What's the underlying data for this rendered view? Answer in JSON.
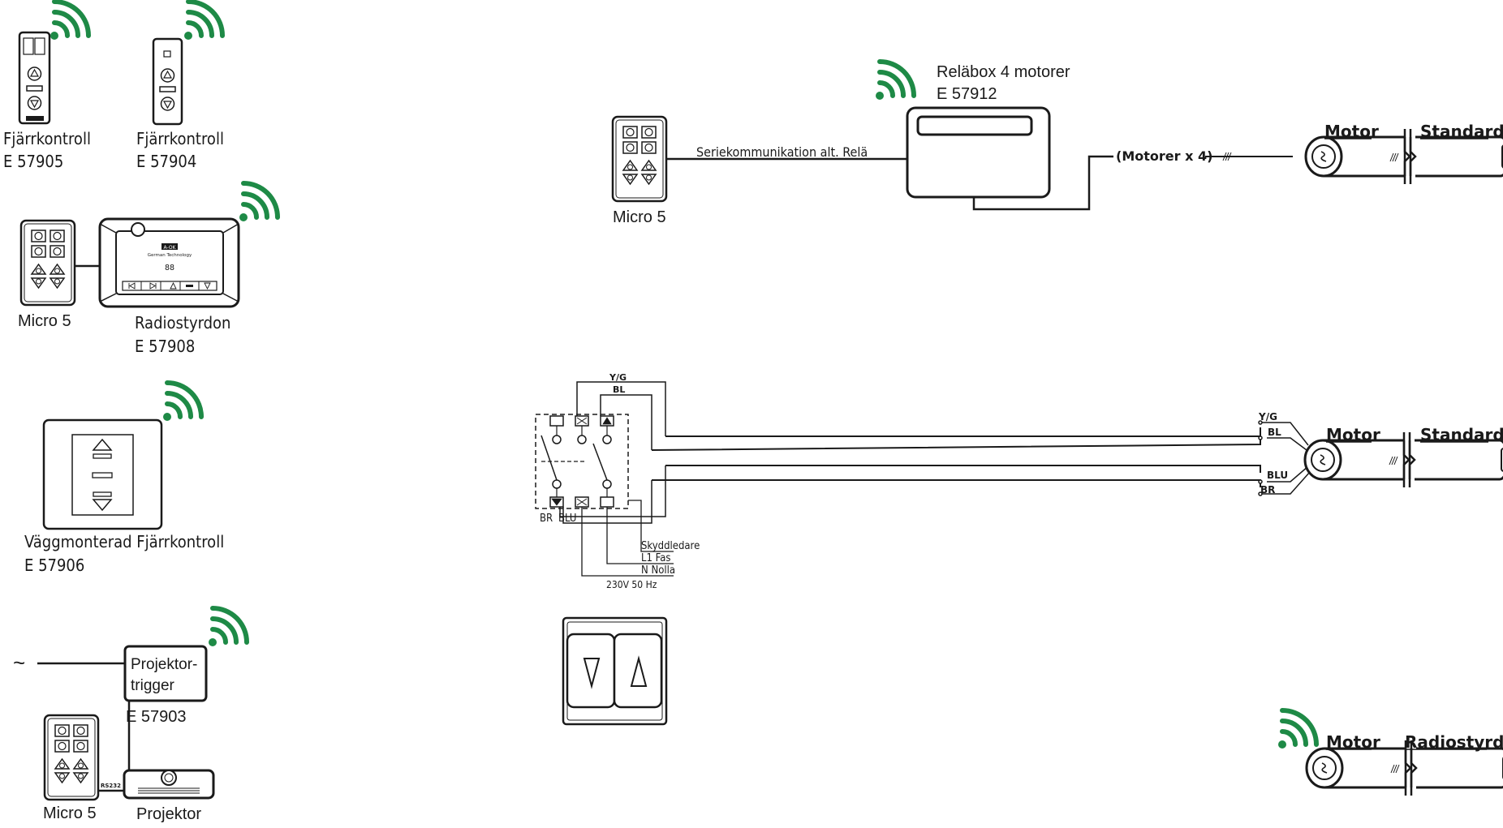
{
  "devices": {
    "remote_1": {
      "name": "Fjärrkontroll",
      "code": "E 57905"
    },
    "remote_2": {
      "name": "Fjärrkontroll",
      "code": "E 57904"
    },
    "micro5_a": {
      "name": "Micro 5"
    },
    "radio_control": {
      "name": "Radiostyrdon",
      "code": "E 57908",
      "brand": "A-OK",
      "brand_sub": "German Technology",
      "display": "88"
    },
    "wall_remote": {
      "name": "Väggmonterad Fjärrkontroll",
      "code": "E 57906"
    },
    "projector_trigger": {
      "name_line1": "Projektor-",
      "name_line2": "trigger",
      "code": "E 57903"
    },
    "micro5_b": {
      "name": "Micro 5"
    },
    "projector": {
      "name": "Projektor",
      "port": "RS232"
    },
    "ac_symbol": "~",
    "micro5_c": {
      "name": "Micro 5"
    },
    "relay_box": {
      "name": "Reläbox 4 motorer",
      "code": "E 57912"
    },
    "serial_link": "Seriekommunikation alt. Relä",
    "motors_count": "(Motorer x 4)"
  },
  "screens": {
    "top": {
      "motor": "Motor",
      "type": "Standard"
    },
    "middle": {
      "motor": "Motor",
      "type": "Standard"
    },
    "bottom": {
      "motor": "Motor",
      "type": "Radiostyrd"
    }
  },
  "wiring": {
    "top_labels": [
      "Y/G",
      "BL"
    ],
    "bottom_labels": [
      "BR",
      "BLU"
    ],
    "motor_side_labels": [
      "Y/G",
      "BL",
      "BLU",
      "BR"
    ],
    "supply": [
      "Skyddledare",
      "L1 Fas",
      "N Nolla"
    ],
    "voltage": "230V 50 Hz"
  },
  "colors": {
    "wifi": "#1e8a46",
    "line": "#1a1a1a"
  }
}
